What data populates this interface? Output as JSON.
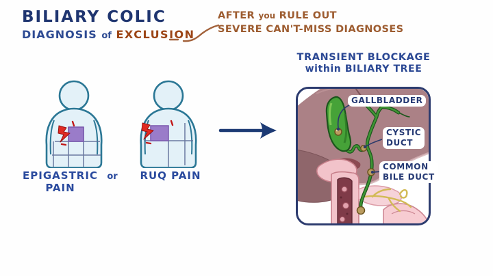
{
  "header": {
    "title": "BILIARY COLIC",
    "subtitle_prefix": "DIAGNOSIS",
    "subtitle_of": "of",
    "subtitle_emphasis": "EXCLUSION",
    "note_line1_a": "AFTER",
    "note_line1_b": "you",
    "note_line1_c": "RULE OUT",
    "note_line2": "SEVERE CAN'T-MISS DIAGNOSES"
  },
  "symptoms": {
    "figure1_label_line1": "EPIGASTRIC",
    "figure1_label_line2": "PAIN",
    "connector": "or",
    "figure2_label": "RUQ PAIN"
  },
  "diagram": {
    "heading_line1": "TRANSIENT BLOCKAGE",
    "heading_line2": "within BILIARY TREE",
    "labels": {
      "gallbladder": "GALLBLADDER",
      "cystic_line1": "CYSTIC",
      "cystic_line2": "DUCT",
      "common_line1": "COMMON",
      "common_line2": "BILE DUCT"
    }
  },
  "icons": {
    "pain_bolt": "lightning-bolt",
    "flow_arrow": "right-arrow",
    "stone": "gallstone-circle"
  },
  "colors": {
    "title_navy": "#1f3570",
    "label_blue": "#2a4a9e",
    "emphasis_rust": "#9c4516",
    "note_brown": "#9d5c30",
    "pain_purple": "#9a7cc9",
    "bolt_red": "#e02b23",
    "gallbladder_green": "#46a238",
    "liver_mauve": "#ab8186",
    "figure_body": "#e3f1f8",
    "figure_outline": "#2b7795",
    "panel_border": "#2c3b6e"
  }
}
